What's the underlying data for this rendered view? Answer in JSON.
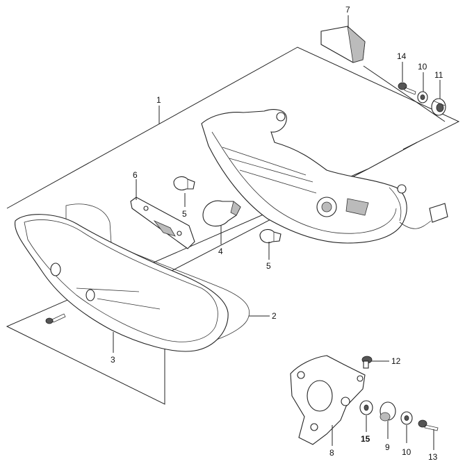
{
  "callouts": [
    {
      "id": "c1",
      "text": "1"
    },
    {
      "id": "c2",
      "text": "2"
    },
    {
      "id": "c3",
      "text": "3"
    },
    {
      "id": "c4",
      "text": "4"
    },
    {
      "id": "c5a",
      "text": "5"
    },
    {
      "id": "c5b",
      "text": "5"
    },
    {
      "id": "c6",
      "text": "6"
    },
    {
      "id": "c7",
      "text": "7"
    },
    {
      "id": "c8",
      "text": "8"
    },
    {
      "id": "c9",
      "text": "9"
    },
    {
      "id": "c10a",
      "text": "10"
    },
    {
      "id": "c10b",
      "text": "10"
    },
    {
      "id": "c11",
      "text": "11"
    },
    {
      "id": "c12",
      "text": "12"
    },
    {
      "id": "c13",
      "text": "13"
    },
    {
      "id": "c14",
      "text": "14"
    },
    {
      "id": "c15",
      "text": "15"
    }
  ]
}
